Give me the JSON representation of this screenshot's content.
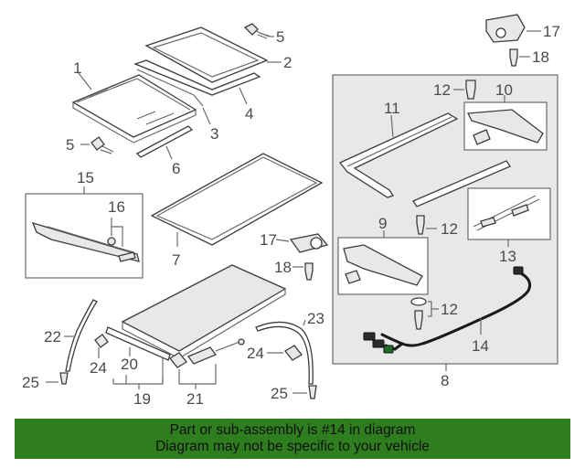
{
  "callouts": {
    "n1": "1",
    "n2": "2",
    "n3": "3",
    "n4": "4",
    "n5a": "5",
    "n5b": "5",
    "n6": "6",
    "n7": "7",
    "n8": "8",
    "n9": "9",
    "n10": "10",
    "n11": "11",
    "n12a": "12",
    "n12b": "12",
    "n12c": "12",
    "n13": "13",
    "n14": "14",
    "n15": "15",
    "n16": "16",
    "n17a": "17",
    "n17b": "17",
    "n18a": "18",
    "n18b": "18",
    "n19": "19",
    "n20": "20",
    "n21": "21",
    "n22": "22",
    "n23": "23",
    "n24a": "24",
    "n24b": "24",
    "n25a": "25",
    "n25b": "25"
  },
  "banner": {
    "line1": "Part or sub-assembly is #14 in diagram",
    "line2": "Diagram may not be specific to your vehicle",
    "color": "#2e7d1e"
  }
}
